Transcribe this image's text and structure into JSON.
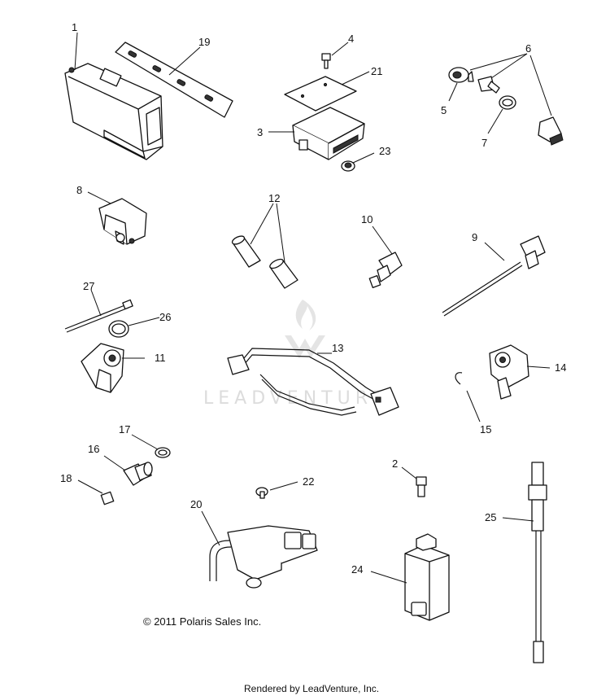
{
  "callouts": {
    "c1": "1",
    "c2": "2",
    "c3": "3",
    "c4": "4",
    "c5": "5",
    "c6": "6",
    "c7": "7",
    "c8": "8",
    "c9": "9",
    "c10": "10",
    "c11": "11",
    "c12": "12",
    "c13": "13",
    "c14": "14",
    "c15": "15",
    "c16": "16",
    "c17": "17",
    "c18": "18",
    "c19": "19",
    "c20": "20",
    "c21": "21",
    "c22": "22",
    "c23": "23",
    "c24": "24",
    "c25": "25",
    "c26": "26",
    "c27": "27"
  },
  "copyright": "© 2011 Polaris Sales Inc.",
  "footer": "Rendered by LeadVenture, Inc.",
  "watermark": "LEADVENTURE",
  "colors": {
    "ink": "#111111",
    "watermark": "#d9d9d9",
    "background": "#ffffff"
  }
}
